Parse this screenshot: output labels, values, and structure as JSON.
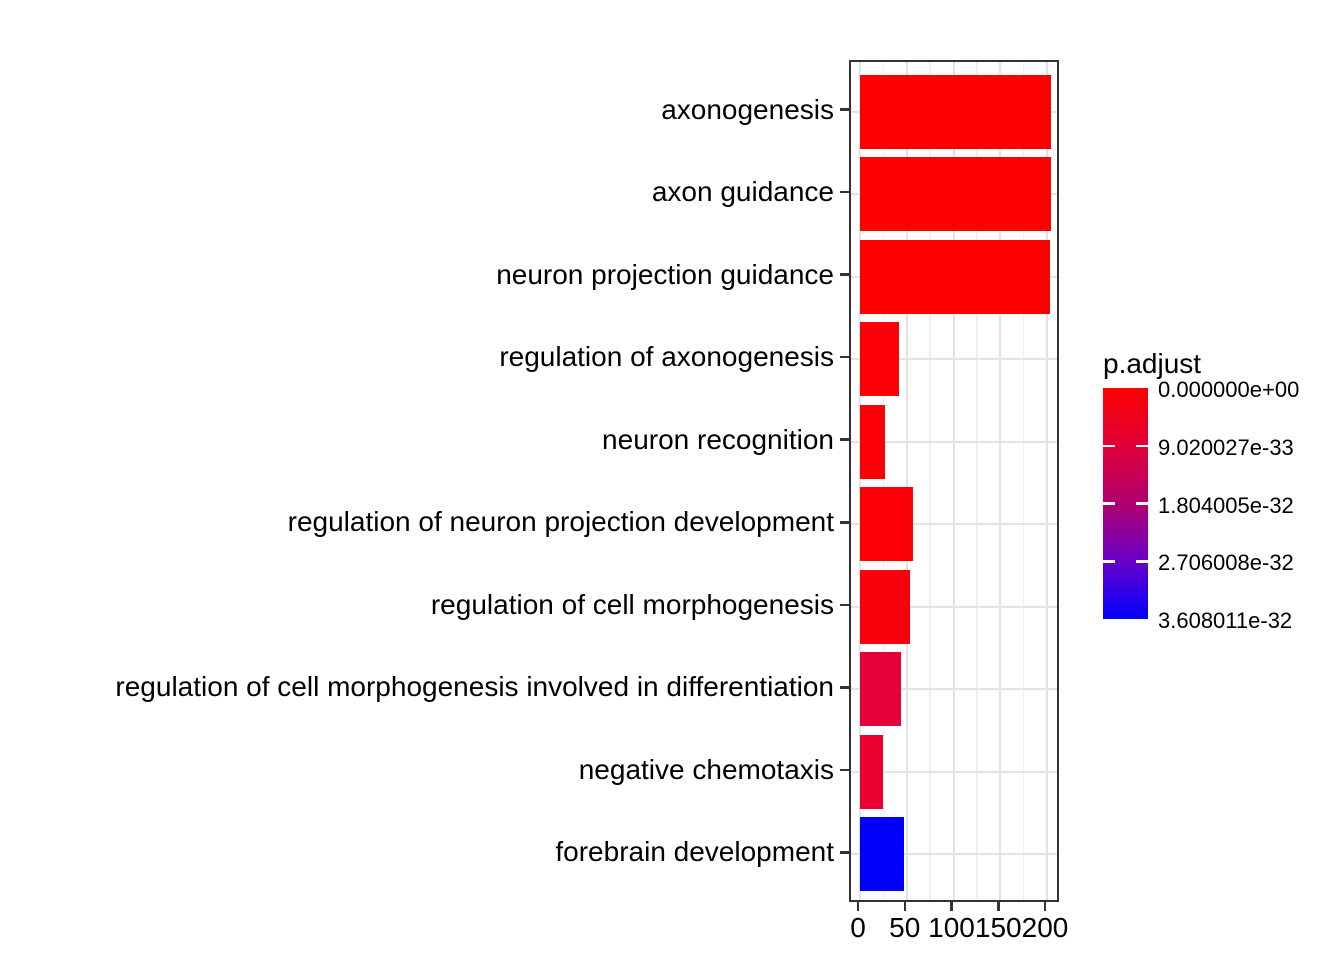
{
  "chart_data": {
    "type": "bar",
    "orientation": "horizontal",
    "title": "",
    "xlabel": "",
    "ylabel": "",
    "categories": [
      "axonogenesis",
      "axon guidance",
      "neuron projection guidance",
      "regulation of axonogenesis",
      "neuron recognition",
      "regulation of neuron projection development",
      "regulation of cell morphogenesis",
      "regulation of cell morphogenesis involved in differentiation",
      "negative chemotaxis",
      "forebrain development"
    ],
    "values": [
      204,
      204,
      203,
      42,
      27,
      57,
      54,
      44,
      25,
      47
    ],
    "bar_colors": [
      "#ff0000",
      "#ff0000",
      "#ff0000",
      "#fc0006",
      "#fc0008",
      "#fb0007",
      "#fa000c",
      "#e6003a",
      "#e80030",
      "#0000ff"
    ],
    "x_ticks": [
      0,
      50,
      100,
      150,
      200
    ],
    "x_tick_labels": [
      "0",
      "50",
      "100",
      "150",
      "200"
    ],
    "x_minor_ticks": [
      25,
      75,
      125,
      175
    ],
    "xlim": [
      -9.6,
      215
    ],
    "grid": true,
    "legend": {
      "title": "p.adjust",
      "position": "right",
      "colorbar_top_color": "#ff0000",
      "colorbar_bottom_color": "#0000ff",
      "tick_labels": [
        "0.000000e+00",
        "9.020027e-33",
        "1.804005e-32",
        "2.706008e-32",
        "3.608011e-32"
      ]
    }
  }
}
